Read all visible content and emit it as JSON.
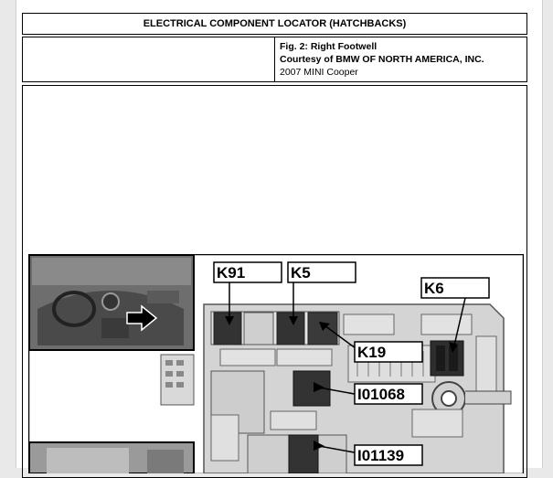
{
  "document": {
    "title": "ELECTRICAL COMPONENT LOCATOR (HATCHBACKS)",
    "figure_caption": "Fig. 2: Right Footwell",
    "courtesy": "Courtesy of BMW OF NORTH AMERICA, INC.",
    "vehicle": "2007 MINI Cooper"
  },
  "figure": {
    "labels": {
      "k91": "K91",
      "k5": "K5",
      "k6": "K6",
      "k19": "K19",
      "i01068": "I01068",
      "i01139": "I01139"
    }
  },
  "colors": {
    "relay_dark": "#333333",
    "housing": "#d4d4d4",
    "housing_stroke": "#555555"
  }
}
